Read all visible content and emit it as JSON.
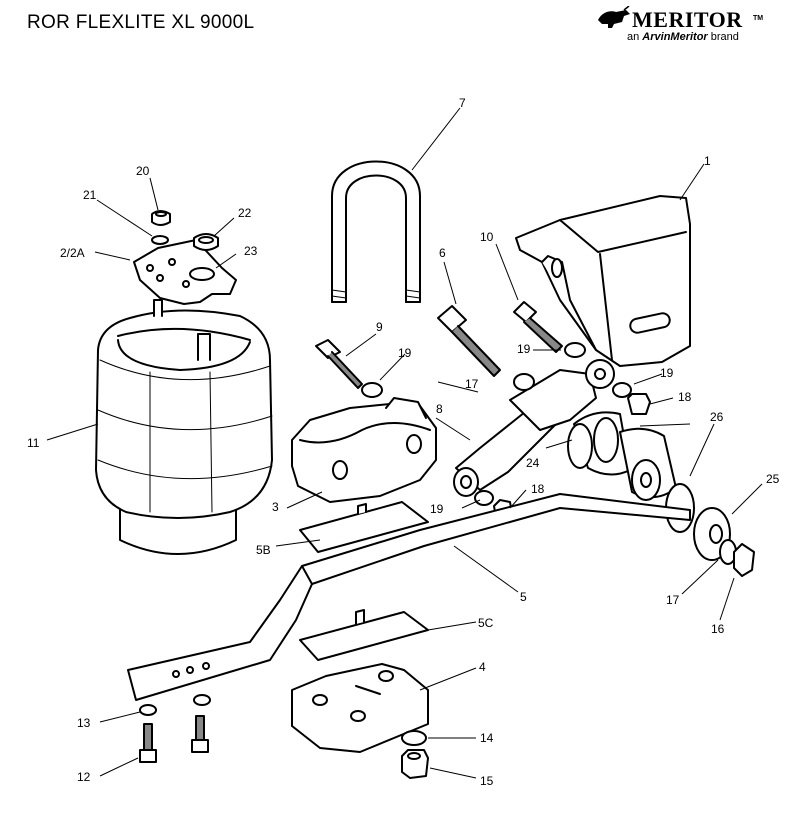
{
  "title": "ROR  FLEXLITE XL 9000L",
  "brand": {
    "name": "MERITOR",
    "tm": "TM",
    "sub_prefix": "an ",
    "sub_brand": "ArvinMeritor",
    "sub_suffix": " brand",
    "logo_icon": "bull-icon"
  },
  "callouts": {
    "c1": "1",
    "c2a": "2/2A",
    "c3": "3",
    "c4": "4",
    "c5": "5",
    "c5b": "5B",
    "c5c": "5C",
    "c6": "6",
    "c7": "7",
    "c8": "8",
    "c9": "9",
    "c10": "10",
    "c11": "11",
    "c12": "12",
    "c13": "13",
    "c14": "14",
    "c15": "15",
    "c16": "16",
    "c17a": "17",
    "c17b": "17",
    "c18a": "18",
    "c18b": "18",
    "c19a": "19",
    "c19b": "19",
    "c19c": "19",
    "c19d": "19",
    "c20": "20",
    "c21": "21",
    "c22": "22",
    "c23": "23",
    "c24": "24",
    "c25": "25",
    "c26": "26"
  }
}
